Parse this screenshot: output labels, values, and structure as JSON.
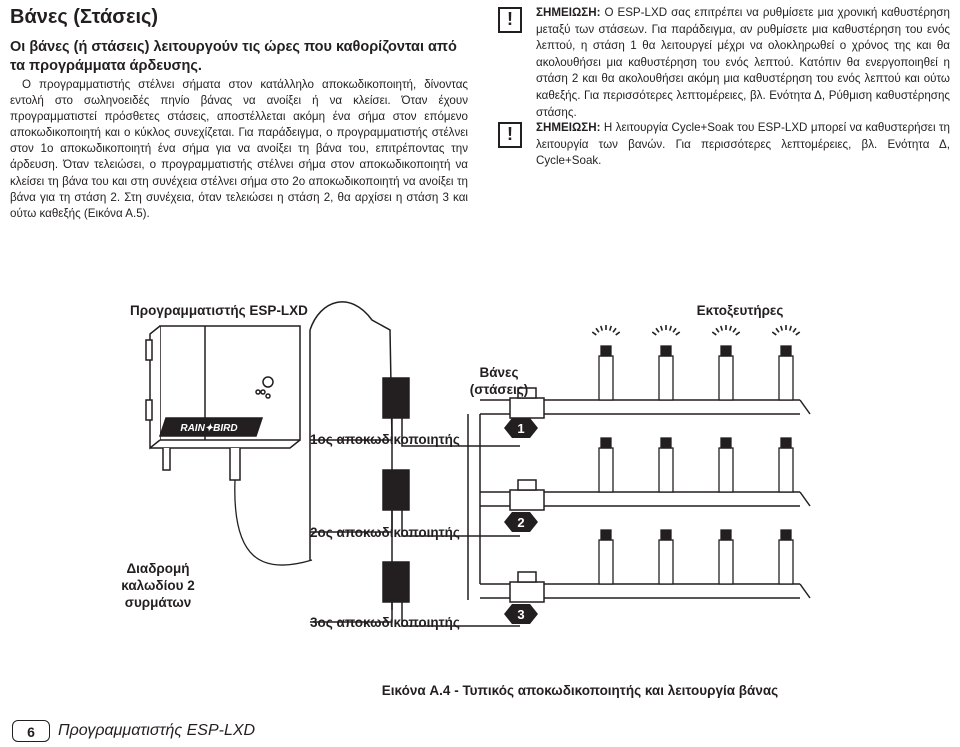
{
  "page": {
    "title": "Βάνες (Στάσεις)",
    "subtitle": "Οι βάνες (ή στάσεις) λειτουργούν τις ώρες που καθορίζονται από τα προγράμματα άρδευσης.",
    "paragraph": "Ο προγραμματιστής στέλνει σήματα στον κατάλληλο αποκωδικοποιητή, δίνοντας εντολή στο σωληνοειδές πηνίο βάνας να ανοίξει ή να κλείσει. Όταν έχουν προγραμματιστεί πρόσθετες στάσεις, αποστέλλεται ακόμη ένα σήμα στον επόμενο αποκωδικοποιητή και ο κύκλος συνεχίζεται. Για παράδειγμα, ο προγραμματιστής στέλνει στον 1ο αποκωδικοποιητή ένα σήμα για να ανοίξει τη βάνα του, επιτρέποντας την άρδευση. Όταν τελειώσει, ο προγραμματιστής στέλνει σήμα στον αποκωδικοποιητή να κλείσει τη βάνα του και στη συνέχεια στέλνει σήμα στο 2ο αποκωδικοποιητή να ανοίξει τη βάνα για τη στάση 2. Στη συνέχεια, όταν τελειώσει η στάση 2, θα αρχίσει η στάση 3 και ούτω καθεξής (Εικόνα Α.5)."
  },
  "notes": [
    {
      "icon": "exclamation-icon",
      "label": "ΣΗΜΕΙΩΣΗ:",
      "text": " Ο ESP-LXD σας επιτρέπει να ρυθμίσετε μια χρονική καθυστέρηση μεταξύ των στάσεων. Για παράδειγμα, αν ρυθμίσετε μια καθυστέρηση του ενός λεπτού, η στάση 1 θα λειτουργεί μέχρι να ολοκληρωθεί ο χρόνος της και θα ακολουθήσει μια καθυστέρηση του ενός λεπτού. Κατόπιν θα ενεργοποιηθεί η στάση 2 και θα ακολουθήσει ακόμη μια καθυστέρηση του ενός λεπτού και ούτω καθεξής. Για περισσότερες λεπτομέρειες, βλ. Ενότητα Δ, Ρύθμιση καθυστέρησης στάσης."
    },
    {
      "icon": "exclamation-icon",
      "label": "ΣΗΜΕΙΩΣΗ:",
      "text": " Η λειτουργία Cycle+Soak του ESP-LXD μπορεί να καθυστερήσει τη λειτουργία των βανών. Για περισσότερες λεπτομέρειες, βλ. Ενότητα Δ, Cycle+Soak."
    }
  ],
  "figure": {
    "controller_label": "Προγραμματιστής ESP-LXD",
    "rotors_label": "Εκτοξευτήρες",
    "valves_label": "Βάνες (στάσεις)",
    "decoder1_label": "1ος αποκωδικοποιητής",
    "decoder2_label": "2ος αποκωδικοποιητής",
    "decoder3_label": "3ος αποκωδικοποιητής",
    "wire_label": "Διαδρομή καλωδίου 2 συρμάτων",
    "brand_logo": "RAIN BIRD",
    "station_numbers": [
      "1",
      "2",
      "3"
    ],
    "caption": "Εικόνα A.4 - Τυπικός αποκωδικοποιητής και λειτουργία βάνας"
  },
  "footer": {
    "page_number": "6",
    "title": "Προγραμματιστής ESP-LXD"
  }
}
